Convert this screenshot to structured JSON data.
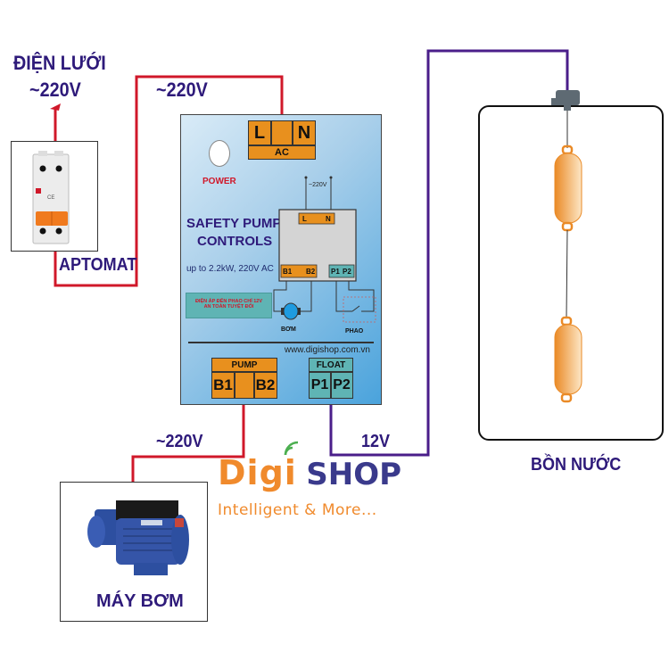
{
  "labels": {
    "mains_title": "ĐIỆN LƯỚI",
    "mains_voltage": "~220V",
    "wire_top_voltage": "~220V",
    "breaker_label": "APTOMAT",
    "pump_wire_voltage": "~220V",
    "float_wire_voltage": "12V",
    "pump_label": "MÁY BƠM",
    "tank_label": "BỒN NƯỚC"
  },
  "panel": {
    "power_label": "POWER",
    "title_line1": "SAFETY PUMP",
    "title_line2": "CONTROLS",
    "spec": "up to 2.2kW, 220V AC",
    "warning_line1": "ĐIỆN ÁP ĐẾN PHAO CHỈ 12V",
    "warning_line2": "AN TOÀN TUYỆT ĐỐI",
    "website": "www.digishop.com.vn",
    "ac_terminal": {
      "left": "L",
      "right": "N",
      "caption": "AC"
    },
    "pump_terminal": {
      "caption": "PUMP",
      "left": "B1",
      "right": "B2"
    },
    "float_terminal": {
      "caption": "FLOAT",
      "left": "P1",
      "right": "P2"
    },
    "schematic": {
      "supply": "~220V",
      "in_left": "L",
      "in_right": "N",
      "out_b1": "B1",
      "out_b2": "B2",
      "out_p1": "P1",
      "out_p2": "P2",
      "motor_label": "BƠM",
      "float_label": "PHAO"
    }
  },
  "brand": {
    "name_part1": "Digi",
    "name_part2": "SHOP",
    "tagline": "Intelligent & More...",
    "color_orange": "#f08a2c",
    "color_blue": "#3a3a8c"
  },
  "colors": {
    "live_wire": "#d0182a",
    "signal_wire": "#4a1e8a",
    "label_text": "#2e1a7a"
  }
}
